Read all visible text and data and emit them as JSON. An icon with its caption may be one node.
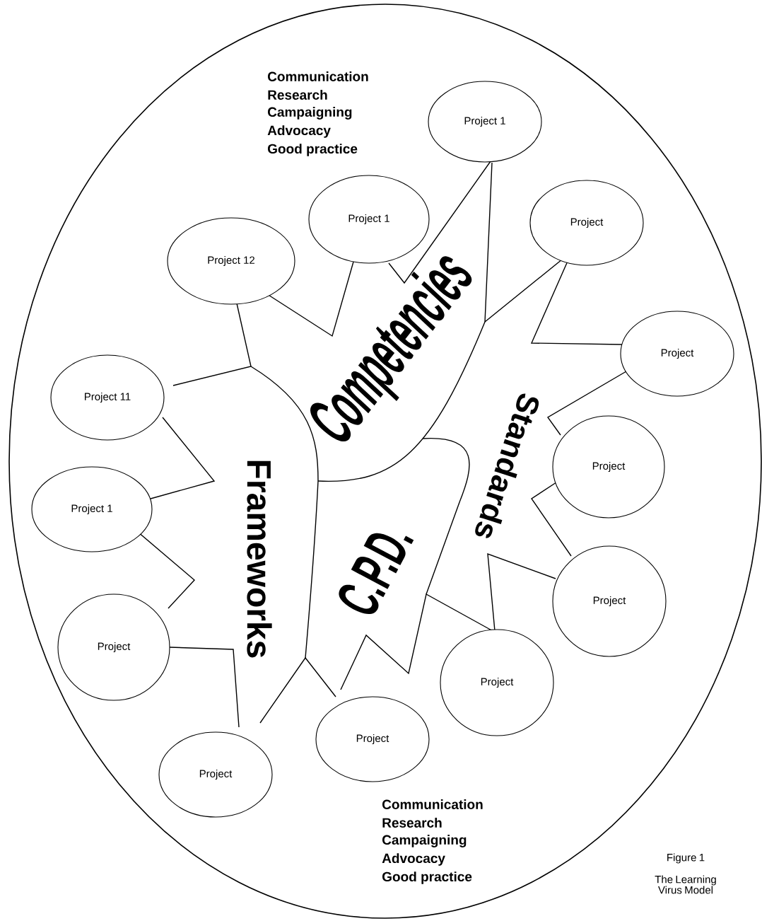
{
  "diagram": {
    "nodes": [
      {
        "text": [],
        "shape": "ellipse"
      },
      {
        "text": [
          "Project 1"
        ],
        "in": 0
      },
      {
        "text": [
          "Project 1"
        ],
        "in": 0
      },
      {
        "text": [
          "Project"
        ],
        "in": 0
      },
      {
        "text": [
          "Project  12"
        ],
        "in": 0
      },
      {
        "text": [
          "Project"
        ],
        "in": 0
      },
      {
        "text": [
          "Project  11"
        ],
        "in": 0
      },
      {
        "text": [
          "Project"
        ],
        "in": 0
      },
      {
        "text": [
          "Project 1"
        ],
        "in": 0
      },
      {
        "text": [
          "Project"
        ],
        "in": 0
      },
      {
        "text": [
          "Project"
        ],
        "in": 0
      },
      {
        "text": [
          "Project"
        ],
        "in": 0
      },
      {
        "text": [
          "Project"
        ],
        "in": 0
      },
      {
        "text": [
          "Project"
        ],
        "in": 0
      }
    ],
    "labels": [
      "Communication",
      "Research",
      "Campaigning",
      "Advocacy",
      "Good practice",
      "Competencies",
      "Standards",
      "Frameworks",
      "C.P.D.",
      "Communication",
      "Research",
      "Campaigning",
      "Advocacy",
      "Good practice",
      "Figure 1",
      "The Learning Virus Model"
    ]
  }
}
